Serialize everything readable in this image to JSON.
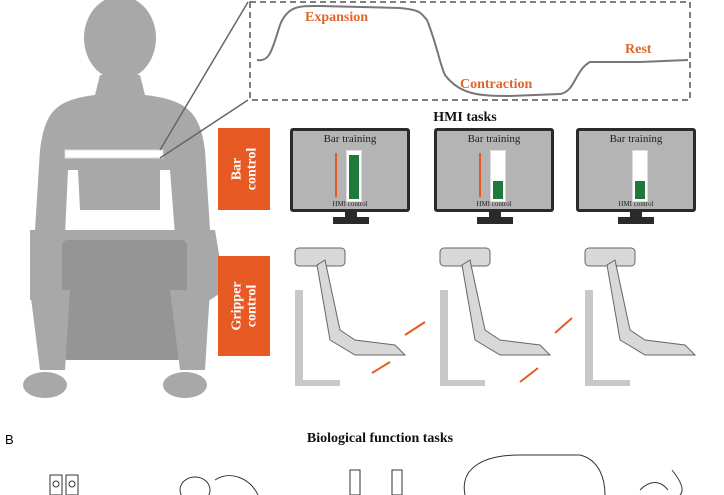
{
  "signal": {
    "expansion": "Expansion",
    "contraction": "Contraction",
    "rest": "Rest"
  },
  "hmi_title": "HMI tasks",
  "side_labels": {
    "bar": [
      "Bar",
      "control"
    ],
    "gripper": [
      "Gripper",
      "control"
    ]
  },
  "monitors": [
    {
      "title": "Bar training",
      "footer": "HMI control",
      "fill": 0.95,
      "arrow": "up"
    },
    {
      "title": "Bar training",
      "footer": "HMI control",
      "fill": 0.4,
      "arrow": "down"
    },
    {
      "title": "Bar training",
      "footer": "HMI control",
      "fill": 0.4,
      "arrow": "none"
    }
  ],
  "panel_b": {
    "label": "B",
    "title": "Biological function tasks"
  },
  "colors": {
    "accent": "#e85a23",
    "silhouette": "#a8a8a8",
    "bar": "#1e7a3a"
  }
}
